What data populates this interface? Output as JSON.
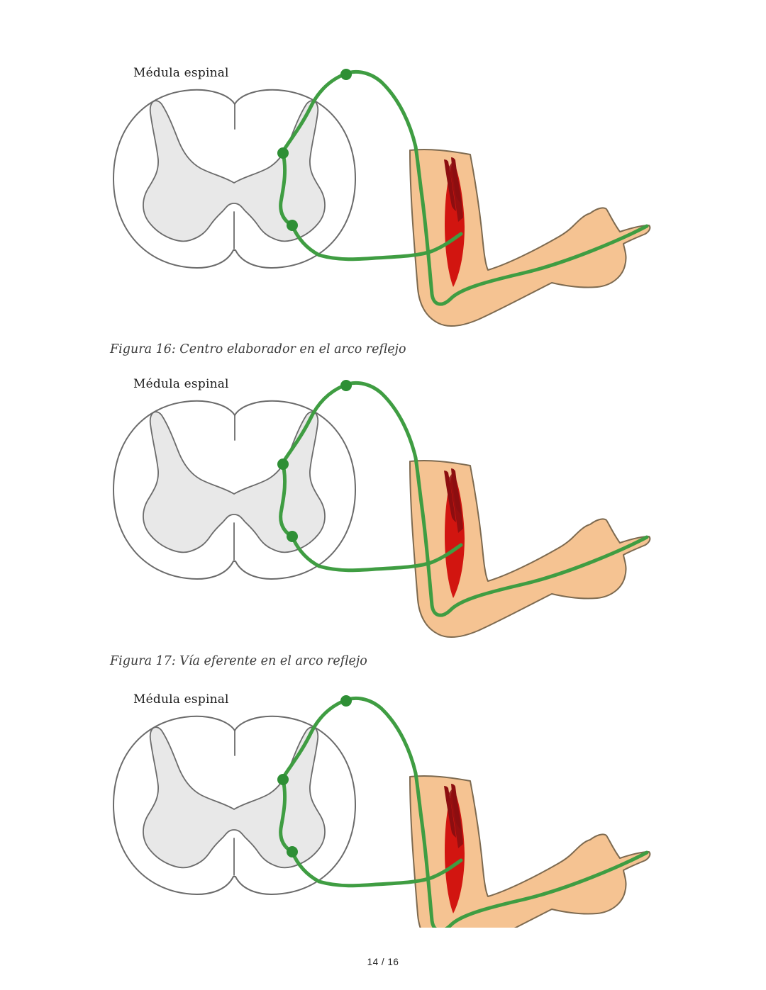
{
  "figures": [
    {
      "label": "Médula espinal",
      "caption": "Figura 16: Centro elaborador en el arco reflejo"
    },
    {
      "label": "Médula espinal",
      "caption": "Figura 17: Vía eferente en el arco reflejo"
    },
    {
      "label": "Médula espinal",
      "caption": ""
    }
  ],
  "footer": {
    "page_indicator": "14 / 16"
  },
  "colors": {
    "nerve-green": "#3f9d42",
    "nerve-green-dark": "#2e8f35",
    "skin": "#f5c392",
    "arm-outline": "#7d6a50",
    "muscle-red": "#d21510",
    "muscle-dark": "#8c0e10",
    "gray-matter": "#e8e8e8",
    "cord-outline": "#6b6b6b",
    "text": "#1c1c1c",
    "caption-text": "#3a3a3a"
  }
}
